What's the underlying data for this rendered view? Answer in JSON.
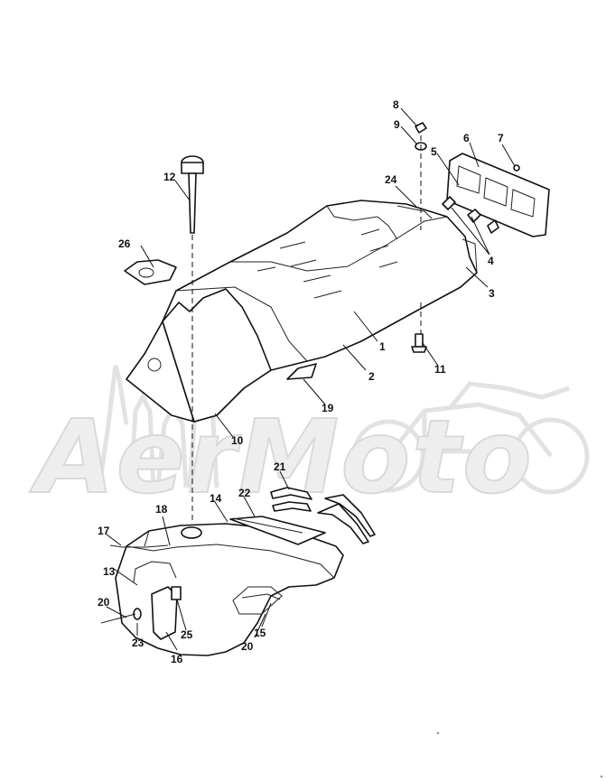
{
  "watermark": {
    "text": "AerMoto",
    "color": "#e6e6e6"
  },
  "callouts": {
    "c1": "1",
    "c2": "2",
    "c3": "3",
    "c4": "4",
    "c5": "5",
    "c6": "6",
    "c7": "7",
    "c8": "8",
    "c9": "9",
    "c10": "10",
    "c11": "11",
    "c12": "12",
    "c13": "13",
    "c14": "14",
    "c15": "15",
    "c16": "16",
    "c17": "17",
    "c18": "18",
    "c19": "19",
    "c20a": "20",
    "c20b": "20",
    "c21": "21",
    "c22": "22",
    "c23": "23",
    "c24": "24",
    "c25": "25",
    "c26": "26"
  },
  "colors": {
    "line": "#111111",
    "background": "#ffffff"
  }
}
